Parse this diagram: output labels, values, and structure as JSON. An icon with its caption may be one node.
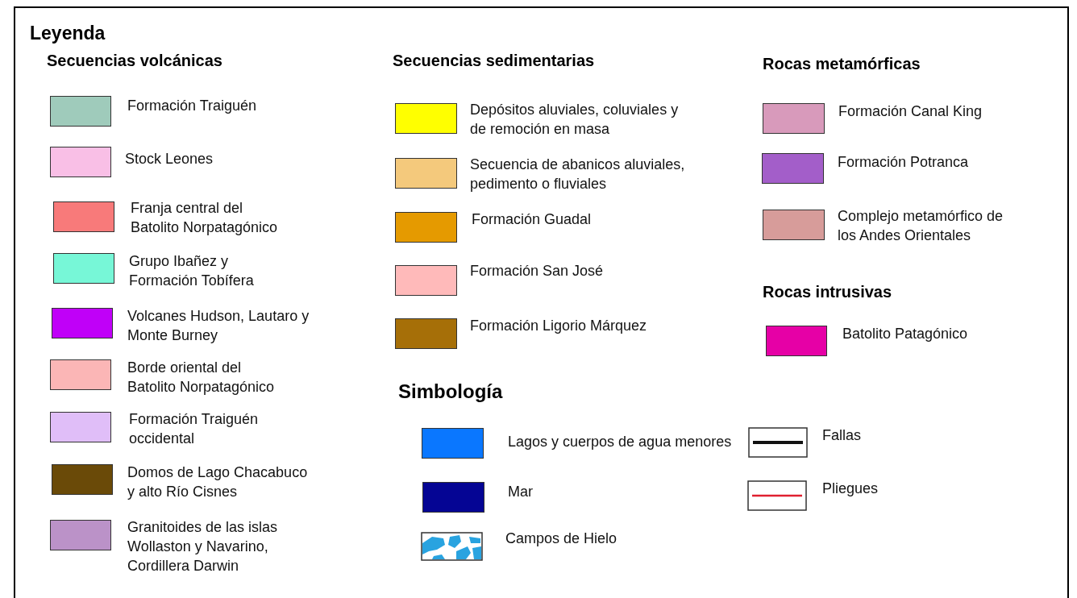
{
  "diagram": {
    "title": "Leyenda",
    "labels": [
      "Secuencias volcánicas",
      "Secuencias sedimentarias",
      "Rocas metamórficas",
      "Rocas intrusivas",
      "Simbología"
    ],
    "legend": [
      {
        "text": "Formación Traiguén",
        "color": "#9fcbbb"
      },
      {
        "text": "Stock Leones",
        "color": "#f9bfe6"
      },
      {
        "text": "Franja central del Batolito Norpatagónico",
        "color": "#f87a7a"
      },
      {
        "text": "Grupo Ibañez y Formación Tobífera",
        "color": "#77f7d7"
      },
      {
        "text": "Volcanes Hudson, Lautaro y Monte Burney",
        "color": "#c000f8"
      },
      {
        "text": "Borde oriental del Batolito Norpatagónico",
        "color": "#fbb6b6"
      },
      {
        "text": "Formación Traiguén occidental",
        "color": "#e0bef8"
      },
      {
        "text": "Domos de Lago Chacabuco y alto Río Cisnes",
        "color": "#6a4a08"
      },
      {
        "text": "Granitoides de las islas Wollaston y Navarino, Cordillera Darwin",
        "color": "#bb92c8"
      },
      {
        "text": "Depósitos aluviales, coluviales y de remoción en masa",
        "color": "#ffff00"
      },
      {
        "text": "Secuencia de abanicos aluviales, pedimento o fluviales",
        "color": "#f4c97c"
      },
      {
        "text": "Formación Guadal",
        "color": "#e59a00"
      },
      {
        "text": "Formación San José",
        "color": "#ffbaba"
      },
      {
        "text": "Formación Ligorio Márquez",
        "color": "#a66f08"
      },
      {
        "text": "Formación Canal King",
        "color": "#d89abb"
      },
      {
        "text": "Formación Potranca",
        "color": "#a35ec9"
      },
      {
        "text": "Complejo metamórfico de los Andes Orientales",
        "color": "#d79c9a"
      },
      {
        "text": "Batolito Patagónico",
        "color": "#e600a6"
      },
      {
        "text": "Lagos y cuerpos de agua menores",
        "color": "#0a77ff"
      },
      {
        "text": "Mar",
        "color": "#050594"
      },
      {
        "text": "Campos de Hielo"
      },
      {
        "text": "Fallas"
      },
      {
        "text": "Pliegues"
      }
    ]
  }
}
